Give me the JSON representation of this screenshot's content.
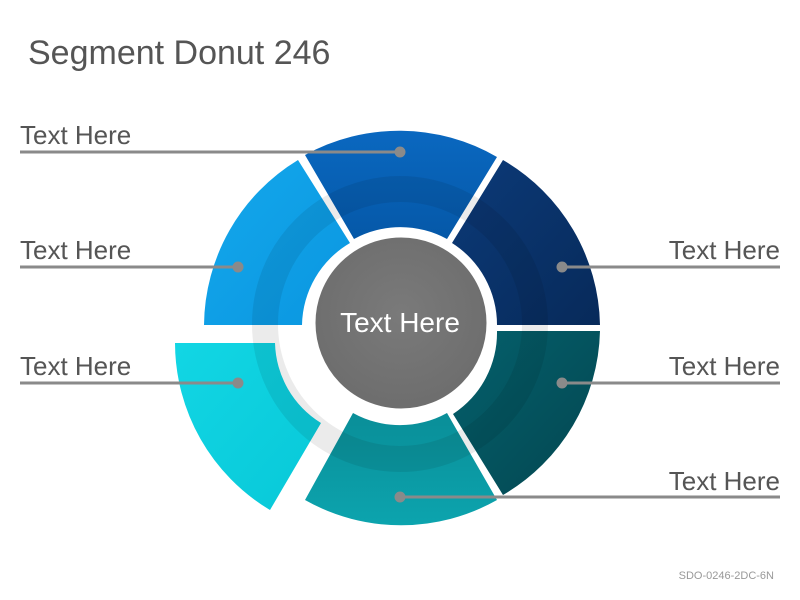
{
  "title": "Segment Donut 246",
  "center_label": "Text Here",
  "footer_code": "SDO-0246-2DC-6N",
  "callouts": [
    {
      "side": "left",
      "text": "Text Here",
      "segment": "top"
    },
    {
      "side": "left",
      "text": "Text Here",
      "segment": "upper-left"
    },
    {
      "side": "left",
      "text": "Text Here",
      "segment": "lower-left (exploded)"
    },
    {
      "side": "right",
      "text": "Text Here",
      "segment": "upper-right"
    },
    {
      "side": "right",
      "text": "Text Here",
      "segment": "lower-right"
    },
    {
      "side": "right",
      "text": "Text Here",
      "segment": "bottom"
    }
  ],
  "segment_colors": {
    "top": "#0561b4",
    "upper_right": "#0a3570",
    "lower_right": "#045460",
    "bottom": "#0a97a0",
    "lower_left": "#0fd2e0",
    "upper_left": "#0ea0e8",
    "center": "#777777",
    "leader": "#8a8a8a"
  }
}
